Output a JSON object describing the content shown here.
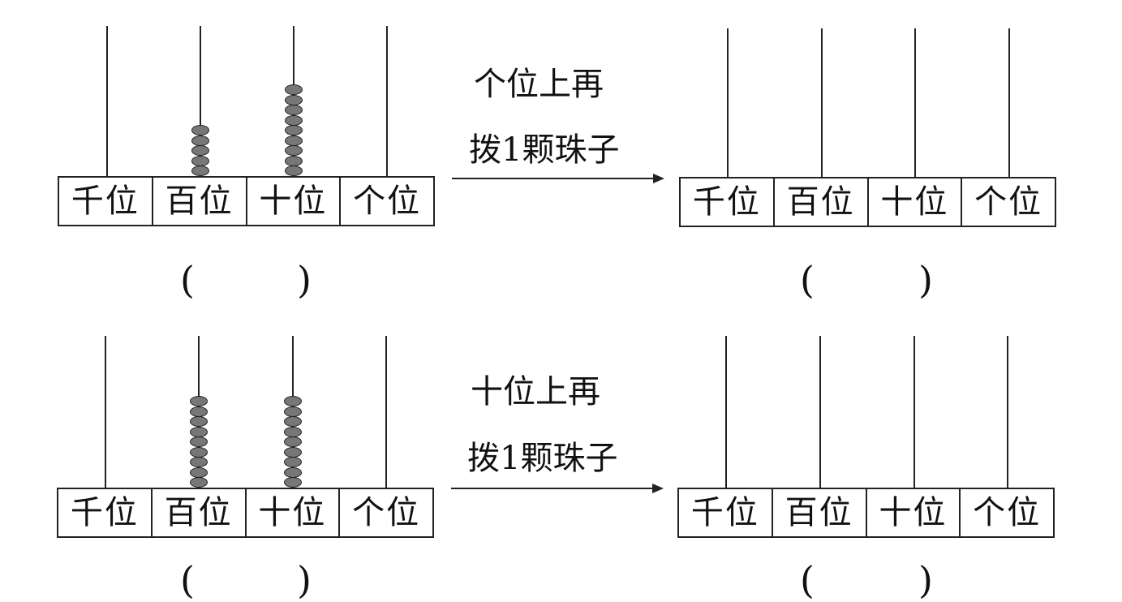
{
  "problems": [
    {
      "place_labels": [
        "千位",
        "百位",
        "十位",
        "个位"
      ],
      "bead_counts": [
        0,
        5,
        9,
        0
      ],
      "instruction": [
        "个位上再",
        "拨1颗珠子"
      ],
      "answer_blank": [
        "(",
        ")"
      ],
      "result_labels": [
        "千位",
        "百位",
        "十位",
        "个位"
      ],
      "result_blank": [
        "(",
        ")"
      ]
    },
    {
      "place_labels": [
        "千位",
        "百位",
        "十位",
        "个位"
      ],
      "bead_counts": [
        0,
        9,
        9,
        0
      ],
      "instruction": [
        "十位上再",
        "拨1颗珠子"
      ],
      "answer_blank": [
        "(",
        ")"
      ],
      "result_labels": [
        "千位",
        "百位",
        "十位",
        "个位"
      ],
      "result_blank": [
        "(",
        ")"
      ]
    }
  ],
  "colors": {
    "bead": "#777777",
    "line": "#222222"
  }
}
